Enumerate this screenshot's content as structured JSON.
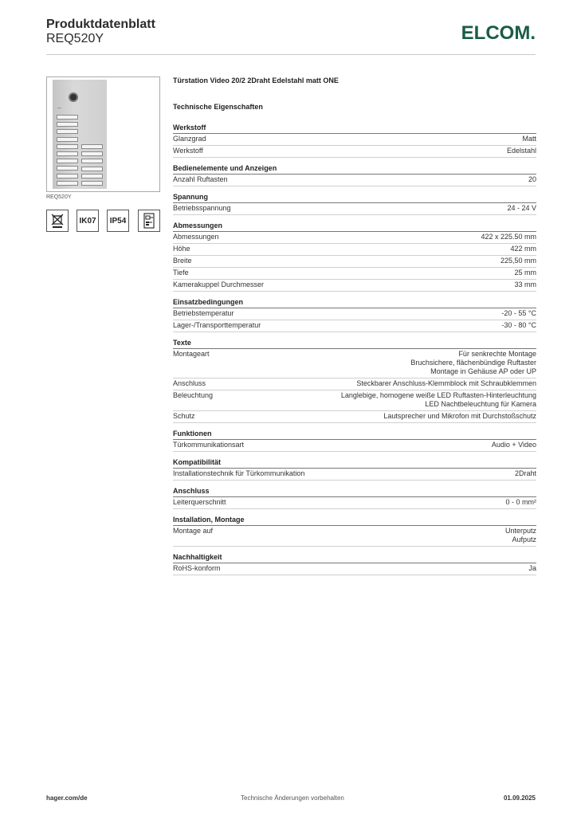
{
  "header": {
    "title": "Produktdatenblatt",
    "subtitle": "REQ520Y",
    "logo": "ELCOM."
  },
  "image": {
    "caption": "REQ520Y"
  },
  "icons": [
    {
      "name": "weee-bin-icon",
      "label": ""
    },
    {
      "name": "ik07-badge",
      "label": "IK07"
    },
    {
      "name": "ip54-badge",
      "label": "IP54"
    },
    {
      "name": "wiring-diagram-icon",
      "label": ""
    }
  ],
  "product": {
    "title": "Türstation Video 20/2 2Draht Edelstahl matt ONE",
    "tech_heading": "Technische Eigenschaften"
  },
  "sections": [
    {
      "title": "Werkstoff",
      "rows": [
        {
          "label": "Glanzgrad",
          "value": "Matt"
        },
        {
          "label": "Werkstoff",
          "value": "Edelstahl"
        }
      ]
    },
    {
      "title": "Bedienelemente und Anzeigen",
      "rows": [
        {
          "label": "Anzahl Ruftasten",
          "value": "20"
        }
      ]
    },
    {
      "title": "Spannung",
      "rows": [
        {
          "label": "Betriebsspannung",
          "value": "24 - 24 V"
        }
      ]
    },
    {
      "title": "Abmessungen",
      "rows": [
        {
          "label": "Abmessungen",
          "value": "422 x 225.50 mm"
        },
        {
          "label": "Höhe",
          "value": "422 mm"
        },
        {
          "label": "Breite",
          "value": "225,50 mm"
        },
        {
          "label": "Tiefe",
          "value": "25 mm"
        },
        {
          "label": "Kamerakuppel Durchmesser",
          "value": "33 mm"
        }
      ]
    },
    {
      "title": "Einsatzbedingungen",
      "rows": [
        {
          "label": "Betriebstemperatur",
          "value": "-20 - 55 °C"
        },
        {
          "label": "Lager-/Transporttemperatur",
          "value": "-30 - 80 °C"
        }
      ]
    },
    {
      "title": "Texte",
      "rows": [
        {
          "label": "Montageart",
          "value": "Für senkrechte Montage\nBruchsichere, flächenbündige Ruftaster\nMontage in Gehäuse AP oder UP"
        },
        {
          "label": "Anschluss",
          "value": "Steckbarer Anschluss-Klemmblock mit Schraubklemmen"
        },
        {
          "label": "Beleuchtung",
          "value": "Langlebige, homogene weiße LED Ruftasten-Hinterleuchtung\nLED Nachtbeleuchtung für Kamera"
        },
        {
          "label": "Schutz",
          "value": "Lautsprecher und Mikrofon mit Durchstoßschutz"
        }
      ]
    },
    {
      "title": "Funktionen",
      "rows": [
        {
          "label": "Türkommunikationsart",
          "value": "Audio + Video"
        }
      ]
    },
    {
      "title": "Kompatibilität",
      "rows": [
        {
          "label": "Installationstechnik für Türkommunikation",
          "value": "2Draht"
        }
      ]
    },
    {
      "title": "Anschluss",
      "rows": [
        {
          "label": "Leiterquerschnitt",
          "value": "0 - 0 mm²"
        }
      ]
    },
    {
      "title": "Installation, Montage",
      "rows": [
        {
          "label": "Montage auf",
          "value": "Unterputz\nAufputz"
        }
      ]
    },
    {
      "title": "Nachhaltigkeit",
      "rows": [
        {
          "label": "RoHS-konform",
          "value": "Ja"
        }
      ]
    }
  ],
  "footer": {
    "left": "hager.com/de",
    "center": "Technische Änderungen vorbehalten",
    "right": "01.09.2025"
  }
}
